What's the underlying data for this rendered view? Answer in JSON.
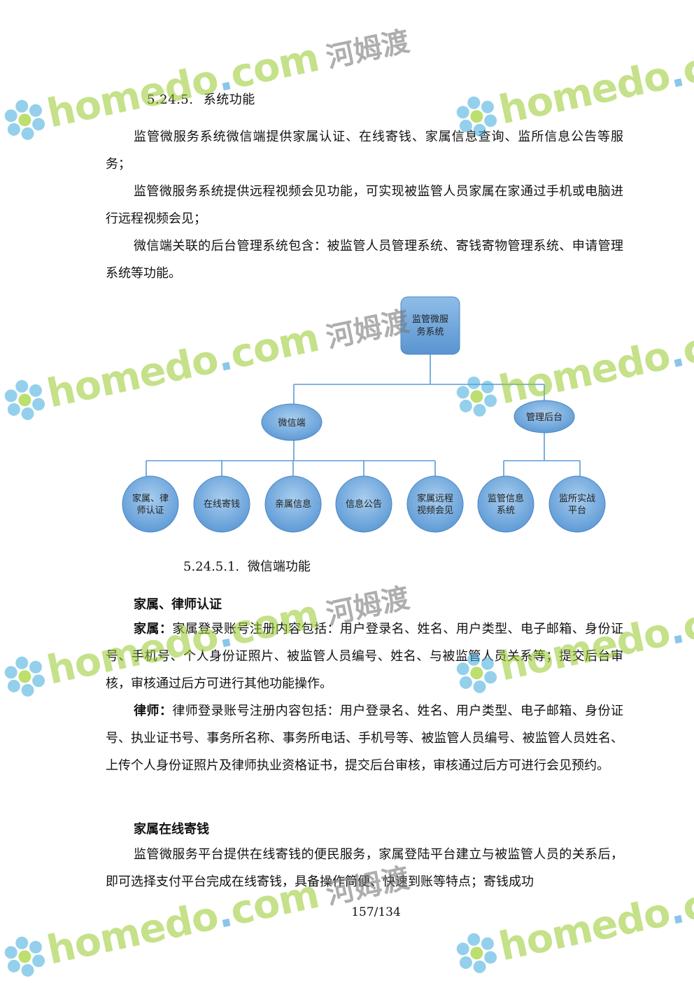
{
  "section": {
    "number": "5.24.5.",
    "title": "系统功能"
  },
  "intro_paragraphs": [
    "监管微服务系统微信端提供家属认证、在线寄钱、家属信息查询、监所信息公告等服务；",
    "监管微服务系统提供远程视频会见功能，可实现被监管人员家属在家通过手机或电脑进行远程视频会见；",
    "微信端关联的后台管理系统包含：被监管人员管理系统、寄钱寄物管理系统、申请管理系统等功能。"
  ],
  "org_chart": {
    "root": "监管微服务系统",
    "root_lines": [
      "监管微服",
      "务系统"
    ],
    "branches": [
      {
        "label": "微信端",
        "children": [
          {
            "lines": [
              "家属、律",
              "师认证"
            ]
          },
          {
            "lines": [
              "在线寄钱"
            ]
          },
          {
            "lines": [
              "亲属信息"
            ]
          },
          {
            "lines": [
              "信息公告"
            ]
          },
          {
            "lines": [
              "家属远程",
              "视频会见"
            ]
          }
        ]
      },
      {
        "label": "管理后台",
        "children": [
          {
            "lines": [
              "监管信息",
              "系统"
            ]
          },
          {
            "lines": [
              "监所实战",
              "平台"
            ]
          }
        ]
      }
    ],
    "colors": {
      "node_fill": "#6fa8dc",
      "node_fill_light": "#a8cdee",
      "node_stroke": "#4a86c4",
      "line": "#5b9bd5"
    }
  },
  "subsection": {
    "number": "5.24.5.1.",
    "title": "微信端功能"
  },
  "auth": {
    "heading": "家属、律师认证",
    "family_lead": "家属：",
    "family_text": "家属登录账号注册内容包括：用户登录名、姓名、用户类型、电子邮箱、身份证号、手机号、个人身份证照片、被监管人员编号、姓名、与被监管人员关系等；提交后台审核，审核通过后方可进行其他功能操作。",
    "lawyer_lead": "律师：",
    "lawyer_text": "律师登录账号注册内容包括：用户登录名、姓名、用户类型、电子邮箱、身份证号、执业证书号、事务所名称、事务所电话、手机号等、被监管人员编号、被监管人员姓名、上传个人身份证照片及律师执业资格证书，提交后台审核，审核通过后方可进行会见预约。"
  },
  "money": {
    "heading": "家属在线寄钱",
    "text": "监管微服务平台提供在线寄钱的便民服务，家属登陆平台建立与被监管人员的关系后，即可选择支付平台完成在线寄钱，具备操作简便、快速到账等特点；寄钱成功"
  },
  "page_number": "157/134",
  "watermark": {
    "brand": "homedo",
    "dot": ".",
    "tld": "com",
    "cn": "河姆渡"
  }
}
